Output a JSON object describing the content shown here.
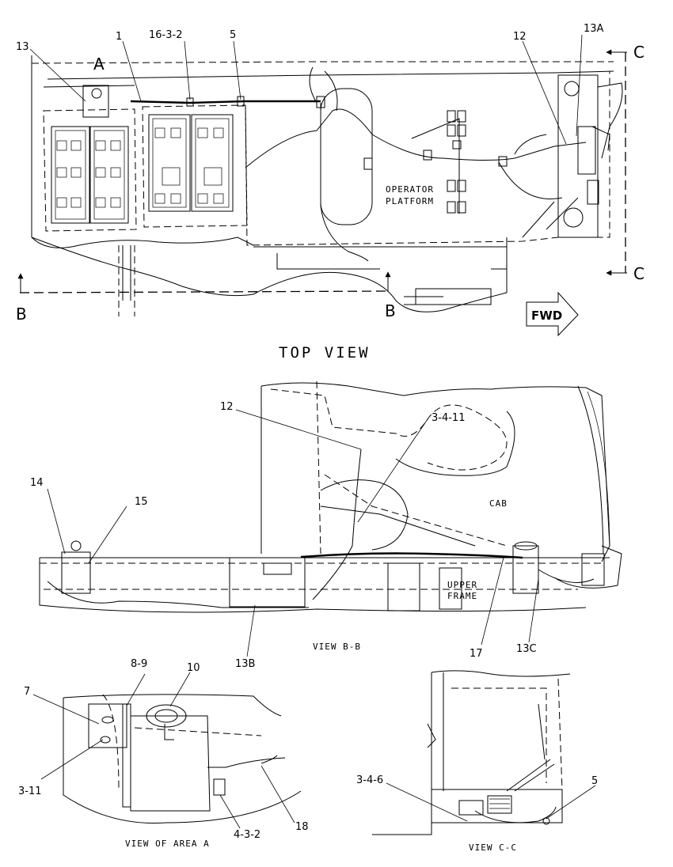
{
  "views": {
    "top": {
      "title": "TOP VIEW",
      "callouts": [
        "13",
        "1",
        "16-3-2",
        "5",
        "12",
        "13A"
      ],
      "markers": {
        "a": "A",
        "b_left": "B",
        "b_right": "B",
        "c_top": "C",
        "c_bottom": "C"
      },
      "platform_line1": "OPERATOR",
      "platform_line2": "PLATFORM",
      "fwd": "FWD"
    },
    "bb": {
      "title": "VIEW B-B",
      "callouts": [
        "12",
        "3-4-11",
        "14",
        "15",
        "13B",
        "17",
        "13C"
      ],
      "cab": "CAB",
      "frame_line1": "UPPER",
      "frame_line2": "FRAME"
    },
    "area_a": {
      "title": "VIEW OF AREA A",
      "callouts": [
        "8-9",
        "10",
        "7",
        "3-11",
        "4-3-2",
        "18"
      ]
    },
    "cc": {
      "title": "VIEW C-C",
      "callouts": [
        "3-4-6",
        "5"
      ]
    }
  }
}
